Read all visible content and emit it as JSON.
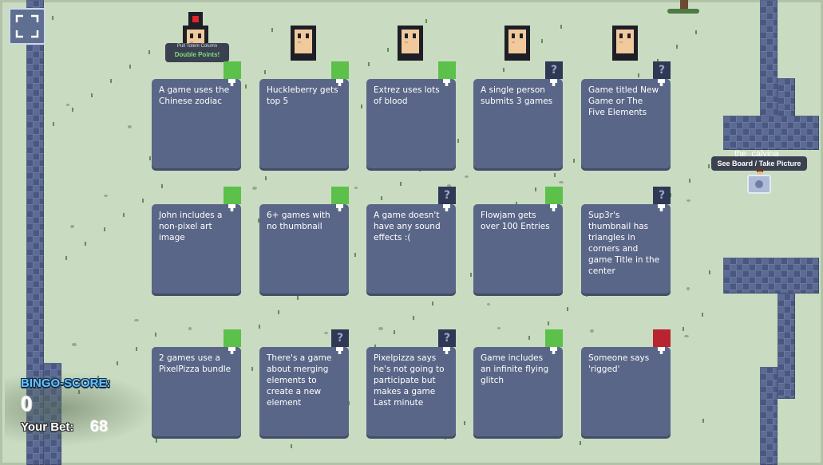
{
  "hud": {
    "score_label": "BINGO-SCORE:",
    "score_value": "0",
    "bet_label": "Your Bet:",
    "bet_value": "68"
  },
  "player": {
    "name": "the_calvina",
    "action_tooltip": "See Board / Take Picture"
  },
  "double_points": {
    "caption": "Pull Totem Column",
    "label": "Double Points!"
  },
  "board": [
    [
      {
        "text": "A game uses the Chinese zodiac",
        "status": "green"
      },
      {
        "text": "Huckleberry gets top 5",
        "status": "green"
      },
      {
        "text": "Extrez uses lots of blood",
        "status": "green"
      },
      {
        "text": "A single person submits 3 games",
        "status": "unknown"
      },
      {
        "text": "Game titled New Game or The Five Elements",
        "status": "unknown"
      }
    ],
    [
      {
        "text": "John includes a non-pixel art image",
        "status": "green"
      },
      {
        "text": "6+ games with no thumbnail",
        "status": "green"
      },
      {
        "text": "A game doesn't have any sound effects :(",
        "status": "unknown"
      },
      {
        "text": "Flowjam gets over 100 Entries",
        "status": "green"
      },
      {
        "text": "Sup3r's thumbnail has triangles in corners and game Title in the center",
        "status": "unknown"
      }
    ],
    [
      {
        "text": "2 games use a PixelPizza bundle",
        "status": "green"
      },
      {
        "text": "There's a game about merging elements to create a new element",
        "status": "unknown"
      },
      {
        "text": "Pixelpizza says he's not going to participate but makes a game Last minute",
        "status": "unknown"
      },
      {
        "text": "Game includes an infinite flying glitch",
        "status": "green"
      },
      {
        "text": "Someone says 'rigged'",
        "status": "red"
      }
    ]
  ],
  "colors": {
    "grass": "#c9dbc0",
    "card": "#5a6687",
    "marked": "#5cc14a",
    "rigged": "#b8242f",
    "unknown": "#2f3855",
    "score_blue": "#5fc7ff"
  },
  "icons": {
    "fullscreen": "fullscreen-icon",
    "unknown_mark": "question-icon",
    "camera": "camera-icon"
  },
  "unknown_glyph": "?"
}
